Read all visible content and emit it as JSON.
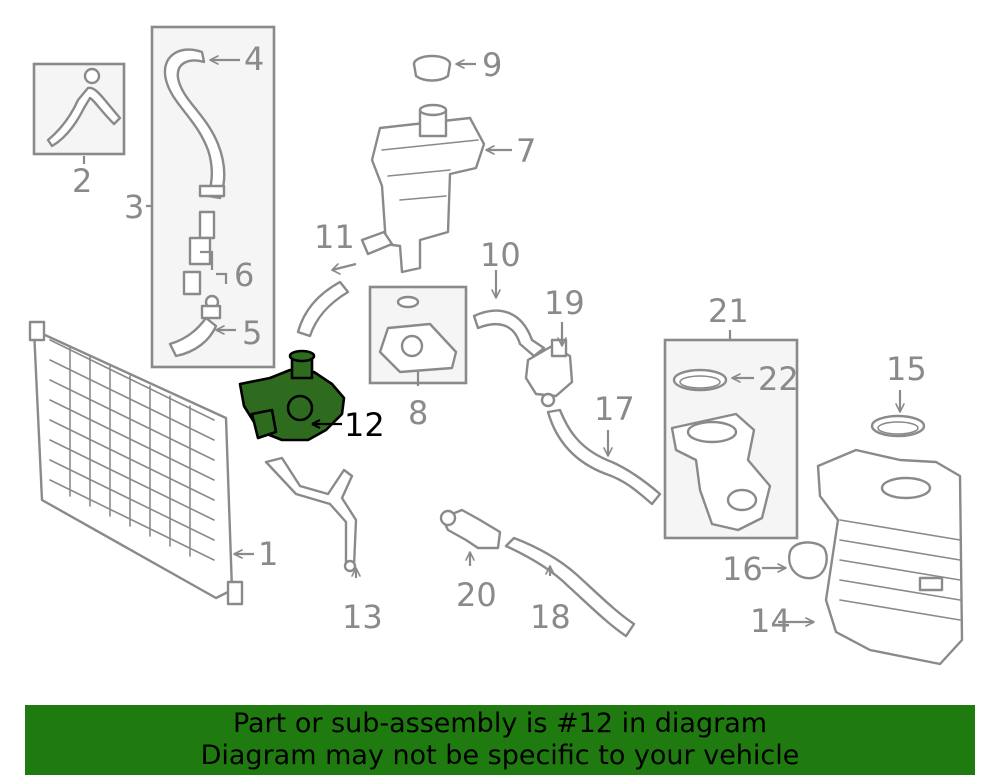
{
  "callouts": {
    "c1": "1",
    "c2": "2",
    "c3": "3",
    "c4": "4",
    "c5": "5",
    "c6": "6",
    "c7": "7",
    "c8": "8",
    "c9": "9",
    "c10": "10",
    "c11": "11",
    "c12": "12",
    "c13": "13",
    "c14": "14",
    "c15": "15",
    "c16": "16",
    "c17": "17",
    "c18": "18",
    "c19": "19",
    "c20": "20",
    "c21": "21",
    "c22": "22"
  },
  "banner": {
    "line1": "Part or sub-assembly is #12 in diagram",
    "line2": "Diagram may not be specific to your vehicle",
    "background": "#1f7a0f"
  },
  "colors": {
    "line_art": "#8a8a8a",
    "highlight_fill": "#2f6b1f",
    "group_box": "#f5f5f5"
  },
  "highlighted_part": "12"
}
